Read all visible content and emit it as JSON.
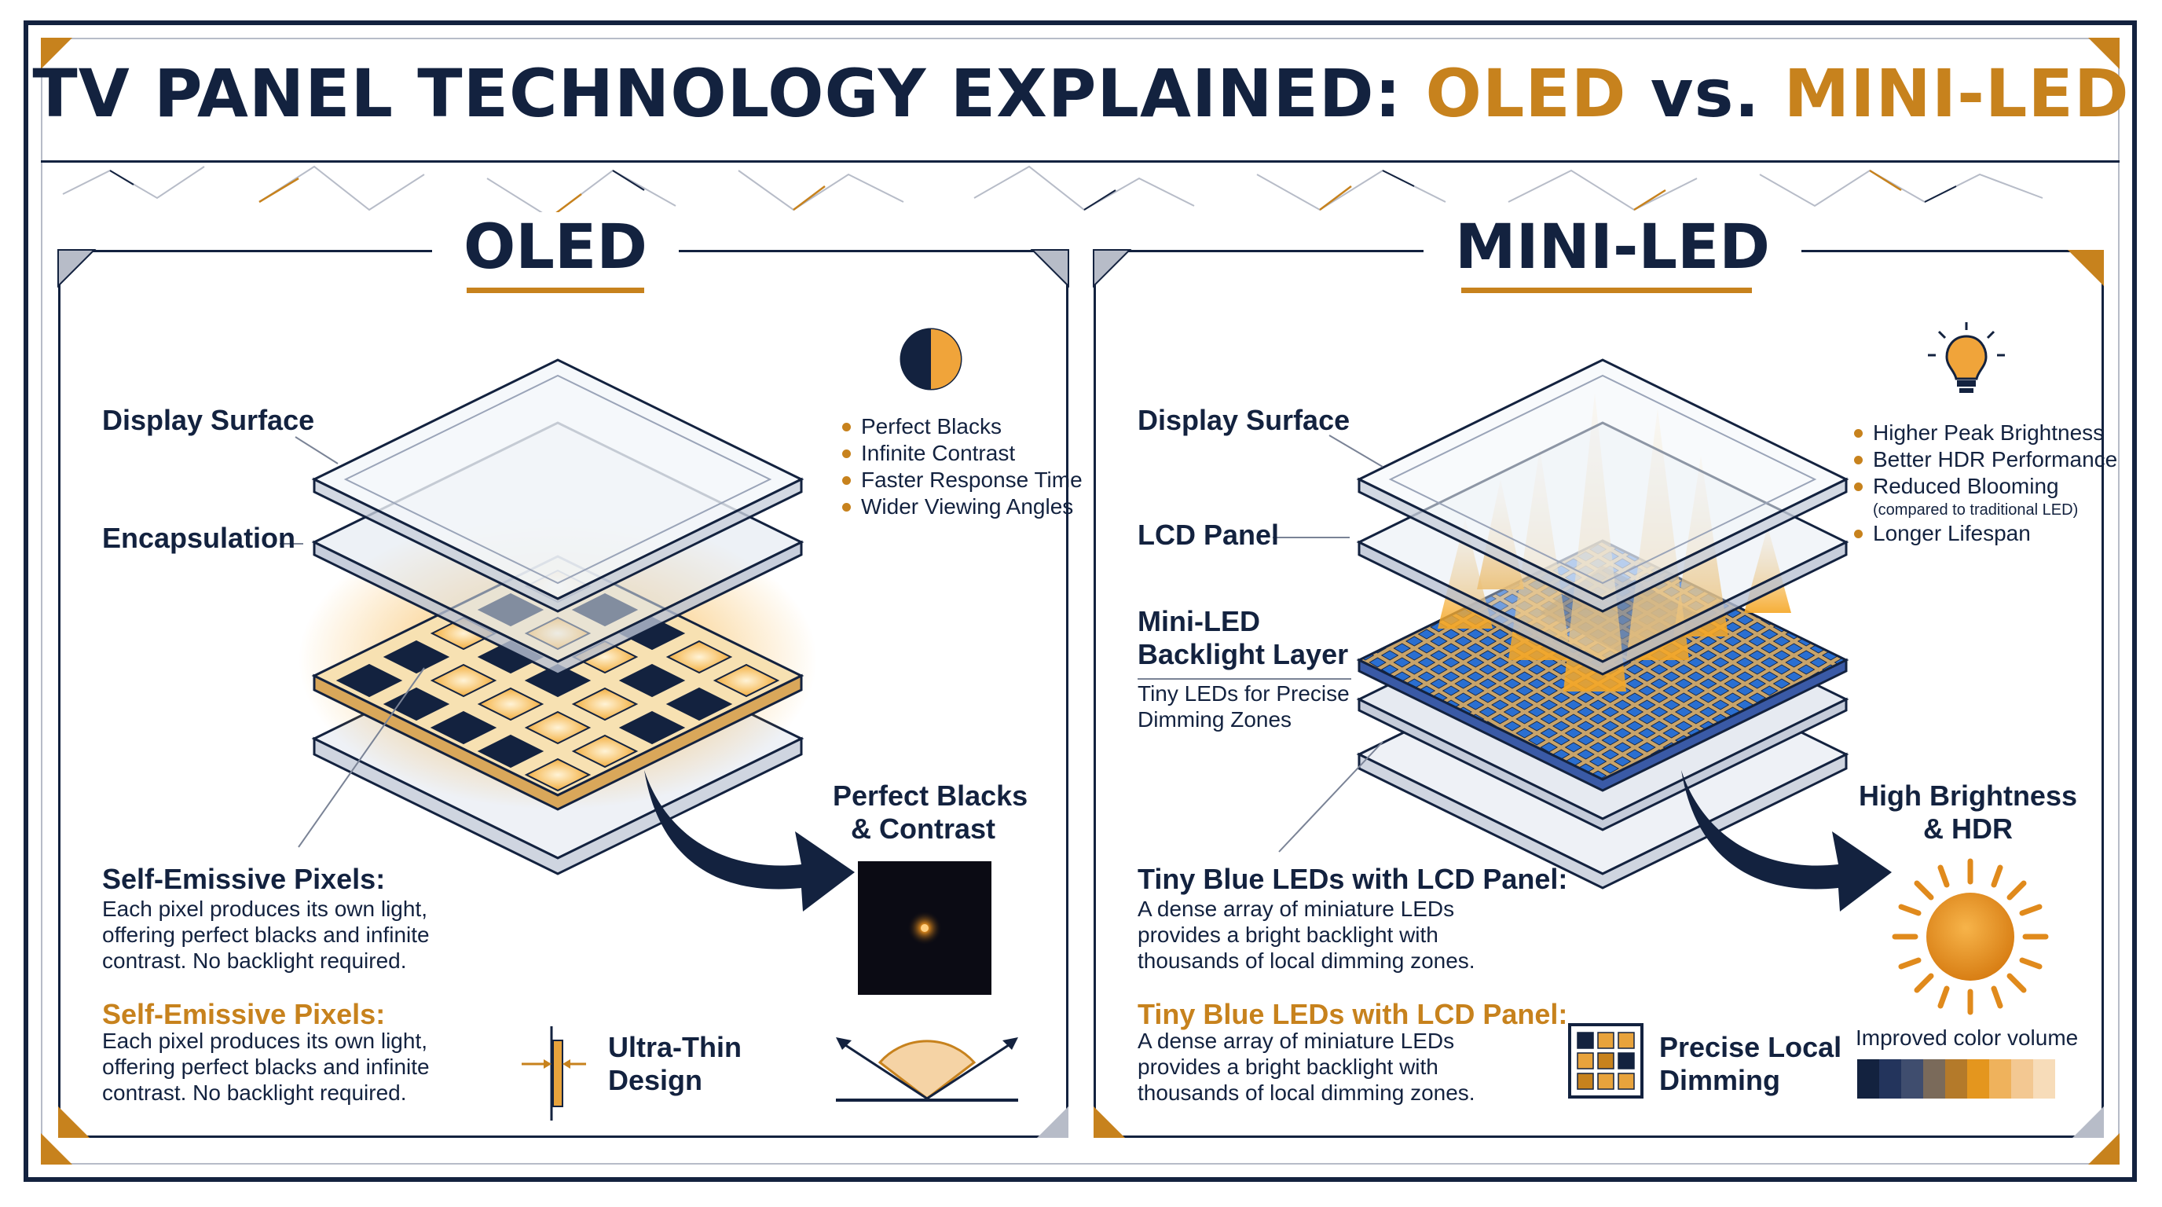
{
  "title": {
    "part1": "TV PANEL TECHNOLOGY EXPLAINED: ",
    "part2": "OLED",
    "part3": " vs. ",
    "part4": "MINI-LED"
  },
  "oled": {
    "heading": "OLED",
    "display_surface": "Display Surface",
    "encapsulation": "Encapsulation",
    "benefits": [
      "Perfect Blacks",
      "Infinite Contrast",
      "Faster Response Time",
      "Wider Viewing Angles"
    ],
    "callout_title": "Perfect Blacks\n& Contrast",
    "callout_line1": "Perfect Blacks",
    "callout_line2": "& Contrast",
    "desc_head": "Self-Emissive Pixels:",
    "desc_lines": [
      "Each pixel produces its own light,",
      "offering perfect blacks and infinite",
      "contrast. No backlight required."
    ],
    "desc2_head": "Self-Emissive Pixels:",
    "desc2_lines": [
      "Each pixel produces its own light,",
      "offering perfect blacks and infinite",
      "contrast. No backlight required."
    ],
    "thin_line1": "Ultra-Thin",
    "thin_line2": "Design"
  },
  "miniled": {
    "heading": "MINI-LED",
    "display_surface": "Display Surface",
    "lcd_panel": "LCD Panel",
    "backlight_line1": "Mini-LED",
    "backlight_line2": "Backlight Layer",
    "backlight_desc1": "Tiny LEDs for Precise",
    "backlight_desc2": "Dimming Zones",
    "benefits": [
      "Higher Peak Brightness",
      "Better HDR Performance",
      "Reduced Blooming"
    ],
    "benefit_note": "(compared to traditional LED)",
    "benefit_last": "Longer Lifespan",
    "callout_line1": "High Brightness",
    "callout_line2": "& HDR",
    "desc_head": "Tiny Blue LEDs with LCD Panel:",
    "desc_lines": [
      "A dense array of miniature LEDs",
      "provides a bright backlight with",
      "thousands of local dimming zones."
    ],
    "desc2_head": "Tiny Blue LEDs with LCD Panel:",
    "desc2_lines": [
      "A dense array of miniature LEDs",
      "provides a bright backlight with",
      "thousands of local dimming zones."
    ],
    "dimming_line1": "Precise Local",
    "dimming_line2": "Dimming",
    "color_volume": "Improved color volume",
    "color_swatches": [
      "#13223f",
      "#23345c",
      "#3f4d6e",
      "#7a6a5a",
      "#b47a2a",
      "#e4961e",
      "#efb25c",
      "#f3c892",
      "#f7dcb9"
    ]
  },
  "colors": {
    "navy": "#13223f",
    "gold": "#c7821d",
    "glow": "#f5a623",
    "led_blue": "#2a6fd1"
  }
}
